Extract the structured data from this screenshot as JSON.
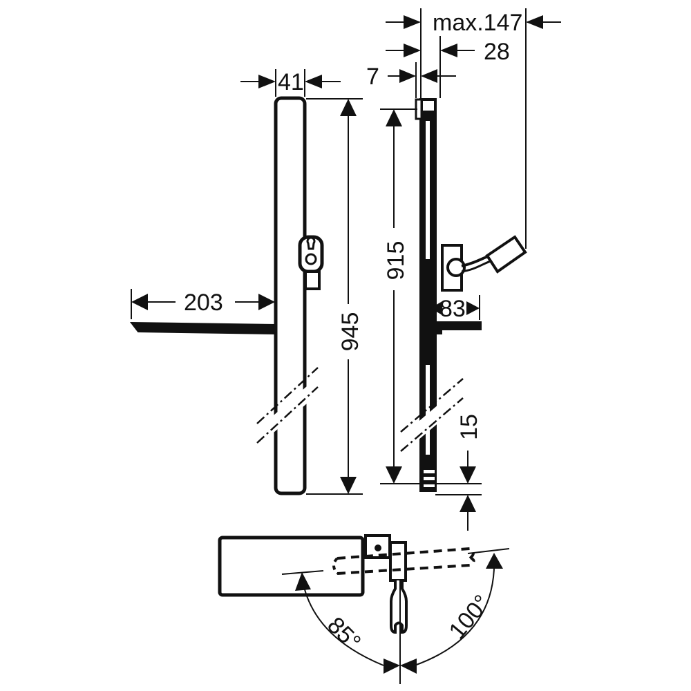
{
  "drawing": {
    "type": "technical dimension drawing - shower rail with shelf and handshower holder",
    "stroke_color": "#111111",
    "background": "#ffffff"
  },
  "dimensions": {
    "max_projection": "max.147",
    "holder_depth": "28",
    "rail_depth": "7",
    "front_width": "41",
    "shelf_depth": "203",
    "total_height": "945",
    "rail_length": "915",
    "shelf_offset": "83",
    "bottom_offset": "15",
    "angle_left": "85°",
    "angle_right": "100°"
  },
  "views": {
    "front": "front-view",
    "side": "side-view",
    "top": "top-view"
  }
}
